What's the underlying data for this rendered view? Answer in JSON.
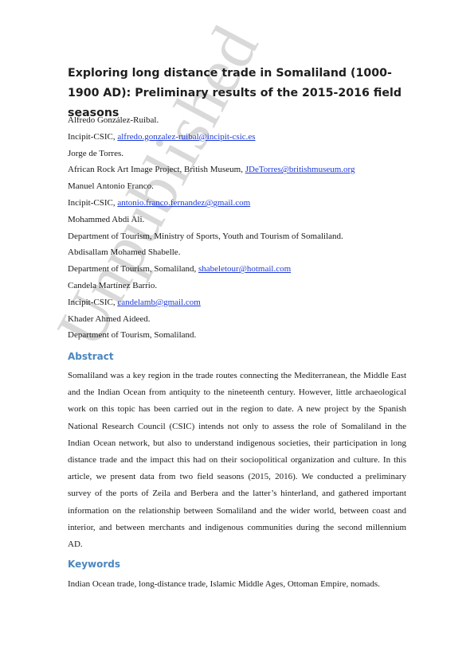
{
  "watermark": "Unpublished",
  "title": "Exploring long distance trade in Somaliland (1000-1900 AD): Preliminary results of the 2015-2016 field seasons",
  "authors": [
    {
      "name": "Alfredo González-Ruibal.",
      "affiliation": "Incipit-CSIC, ",
      "email": "alfredo.gonzalez-ruibal@incipit-csic.es"
    },
    {
      "name": "Jorge de Torres.",
      "affiliation": "African Rock Art Image Project, British Museum, ",
      "email": "JDeTorres@britishmuseum.org"
    },
    {
      "name": "Manuel Antonio Franco.",
      "affiliation": "Incipit-CSIC, ",
      "email": "antonio.franco.fernandez@gmail.com"
    },
    {
      "name": "Mohammed Abdi Ali.",
      "affiliation": "Department of Tourism, Ministry of Sports, Youth and Tourism of Somaliland.",
      "email": ""
    },
    {
      "name": "Abdisallam Mohamed Shabelle.",
      "affiliation": "Department of Tourism, Somaliland, ",
      "email": "shabeletour@hotmail.com"
    },
    {
      "name": "Candela Martínez Barrio.",
      "affiliation": "Incipit-CSIC, ",
      "email": "candelamb@gmail.com"
    },
    {
      "name": "Khader Ahmed Aideed.",
      "affiliation": "Department of Tourism, Somaliland.",
      "email": ""
    }
  ],
  "abstract": {
    "heading": "Abstract",
    "text": "Somaliland was a key region in the trade routes connecting the Mediterranean, the Middle East and the Indian Ocean from antiquity to the nineteenth century. However, little archaeological work on this topic has been carried out in the region to date. A new project by the Spanish National Research Council (CSIC) intends not only to assess the role of Somaliland in the Indian Ocean network, but also to understand indigenous societies, their participation in long distance trade and the impact this had on their sociopolitical organization and culture. In this article, we present data from two field seasons (2015, 2016). We conducted a preliminary survey of the ports of Zeila and Berbera and the latter’s hinterland, and gathered important information on the relationship between Somaliland and the wider world, between coast and interior, and between merchants and indigenous communities during the second millennium AD."
  },
  "keywords": {
    "heading": "Keywords",
    "text": "Indian Ocean trade, long-distance trade, Islamic Middle Ages, Ottoman Empire, nomads."
  },
  "colors": {
    "heading_blue": "#4a86bf",
    "link_blue": "#1f3bd6",
    "watermark_gray": "#d9d9d9"
  }
}
